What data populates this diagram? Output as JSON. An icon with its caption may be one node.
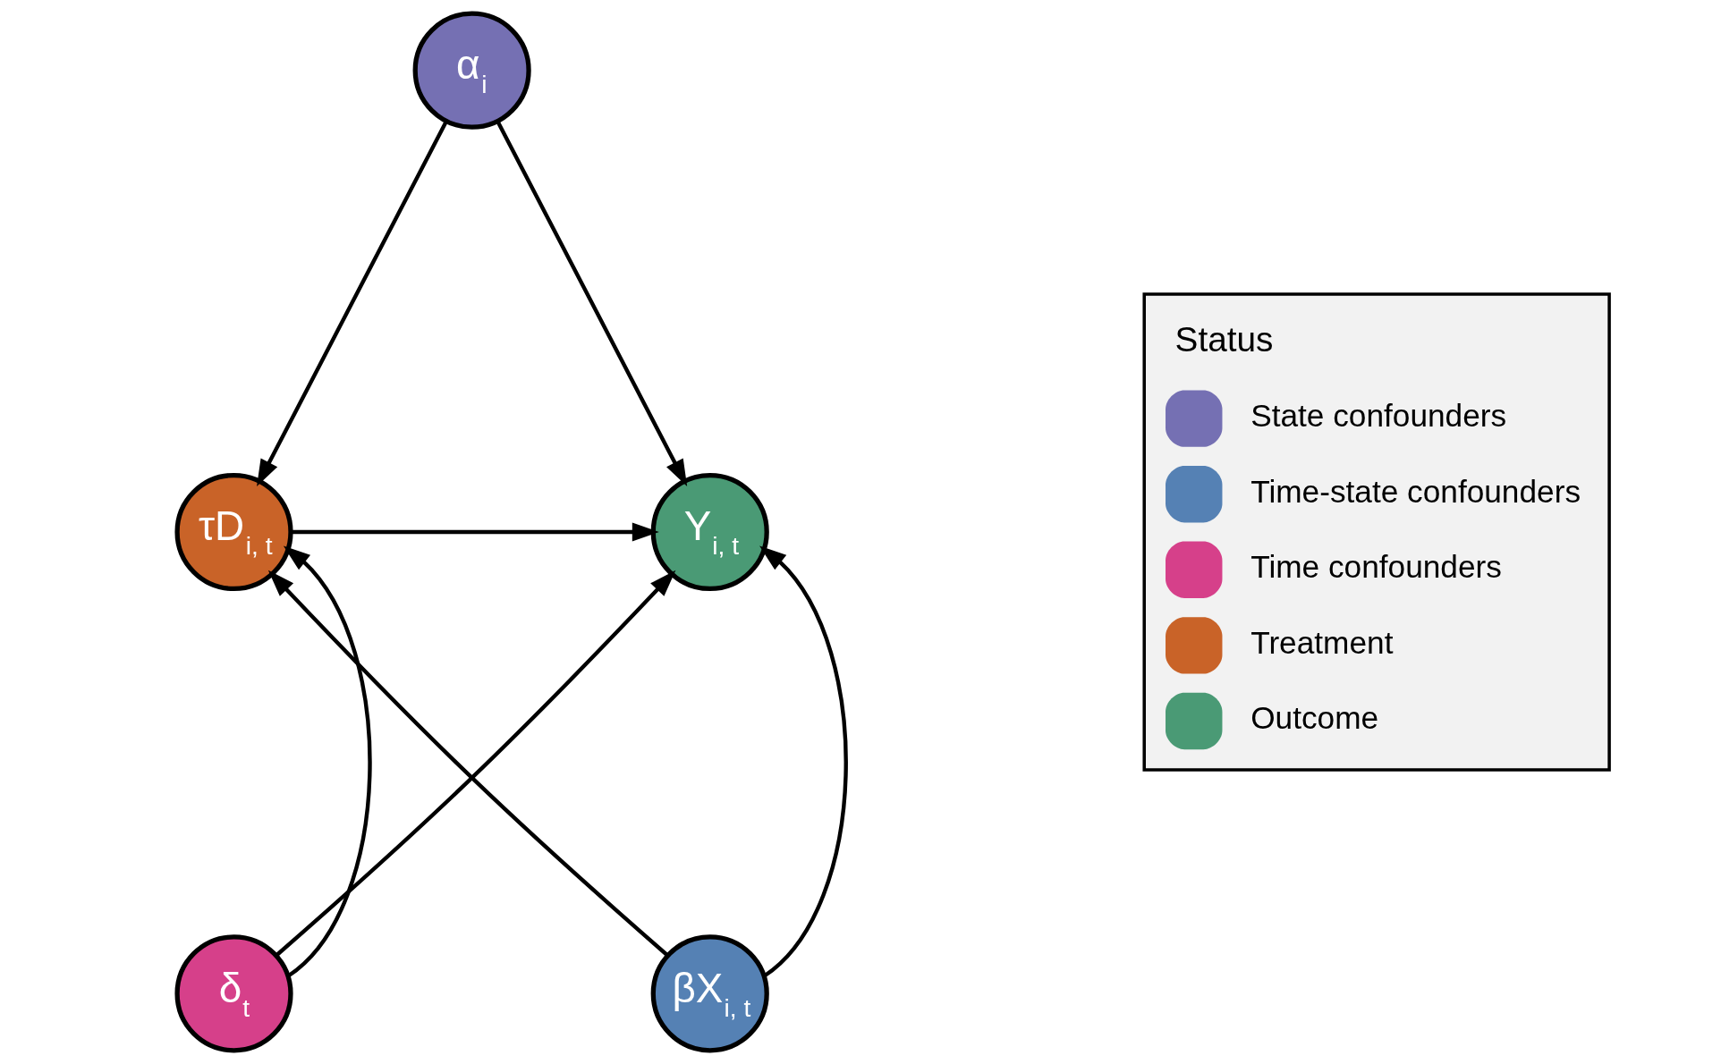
{
  "diagram": {
    "nodes": [
      {
        "text": [
          "α$_{i}$"
        ]
      },
      {
        "text": [
          "τD$_{i, t}$"
        ]
      },
      {
        "text": [
          "Y$_{i, t}$"
        ]
      },
      {
        "text": [
          "δ$_{t}$"
        ]
      },
      {
        "text": [
          "βX$_{i, t}$"
        ]
      }
    ],
    "edges": [
      {
        "from": 0,
        "to": 1,
        "arrow": "to"
      },
      {
        "from": 0,
        "to": 2,
        "arrow": "to"
      },
      {
        "from": 1,
        "to": 2,
        "arrow": "to"
      },
      {
        "from": 3,
        "to": 1,
        "arrow": "to"
      },
      {
        "from": 3,
        "to": 2,
        "arrow": "to"
      },
      {
        "from": 4,
        "to": 1,
        "arrow": "to"
      },
      {
        "from": 4,
        "to": 2,
        "arrow": "to"
      }
    ],
    "labels": [
      "Status"
    ],
    "legend": [
      {
        "text": "State confounders",
        "color": "#7570b3"
      },
      {
        "text": "Time-state confounders",
        "color": "#5581b4"
      },
      {
        "text": "Time confounders",
        "color": "#d6408a"
      },
      {
        "text": "Treatment",
        "color": "#c96328"
      },
      {
        "text": "Outcome",
        "color": "#4a9a75"
      }
    ]
  }
}
